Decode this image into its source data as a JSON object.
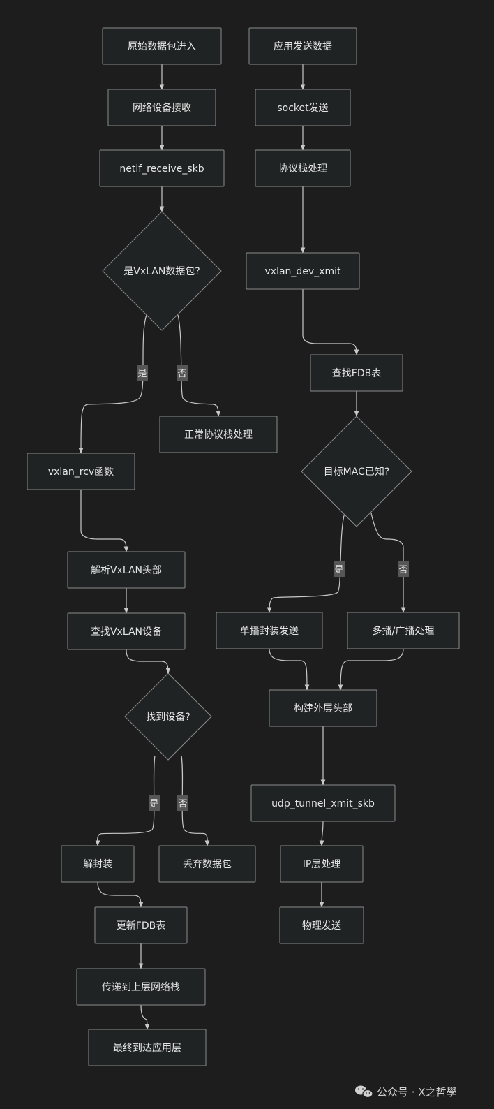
{
  "nodes": [
    {
      "id": "raw_packet",
      "label": "原始数据包进入",
      "shape": "rect"
    },
    {
      "id": "net_recv",
      "label": "网络设备接收",
      "shape": "rect"
    },
    {
      "id": "netif_rx",
      "label": "netif_receive_skb",
      "shape": "rect"
    },
    {
      "id": "is_vxlan",
      "label": "是VxLAN数据包?",
      "shape": "diamond"
    },
    {
      "id": "normal_stack",
      "label": "正常协议栈处理",
      "shape": "rect"
    },
    {
      "id": "vxlan_rcv",
      "label": "vxlan_rcv函数",
      "shape": "rect"
    },
    {
      "id": "parse_hdr",
      "label": "解析VxLAN头部",
      "shape": "rect"
    },
    {
      "id": "find_dev",
      "label": "查找VxLAN设备",
      "shape": "rect"
    },
    {
      "id": "dev_found",
      "label": "找到设备?",
      "shape": "diamond"
    },
    {
      "id": "decap",
      "label": "解封装",
      "shape": "rect"
    },
    {
      "id": "drop",
      "label": "丢弃数据包",
      "shape": "rect"
    },
    {
      "id": "update_fdb",
      "label": "更新FDB表",
      "shape": "rect"
    },
    {
      "id": "pass_up",
      "label": "传递到上层网络栈",
      "shape": "rect"
    },
    {
      "id": "reach_app",
      "label": "最终到达应用层",
      "shape": "rect"
    },
    {
      "id": "app_send",
      "label": "应用发送数据",
      "shape": "rect"
    },
    {
      "id": "sock_send",
      "label": "socket发送",
      "shape": "rect"
    },
    {
      "id": "proto",
      "label": "协议栈处理",
      "shape": "rect"
    },
    {
      "id": "xmit",
      "label": "vxlan_dev_xmit",
      "shape": "rect"
    },
    {
      "id": "fdb_lookup",
      "label": "查找FDB表",
      "shape": "rect"
    },
    {
      "id": "mac_known",
      "label": "目标MAC已知?",
      "shape": "diamond"
    },
    {
      "id": "unicast",
      "label": "单播封装发送",
      "shape": "rect"
    },
    {
      "id": "multicast",
      "label": "多播/广播处理",
      "shape": "rect"
    },
    {
      "id": "outer_hdr",
      "label": "构建外层头部",
      "shape": "rect"
    },
    {
      "id": "udp_xmit",
      "label": "udp_tunnel_xmit_skb",
      "shape": "rect"
    },
    {
      "id": "ip_layer",
      "label": "IP层处理",
      "shape": "rect"
    },
    {
      "id": "phys_send",
      "label": "物理发送",
      "shape": "rect"
    }
  ],
  "edges": [
    {
      "from": "raw_packet",
      "to": "net_recv",
      "label": ""
    },
    {
      "from": "net_recv",
      "to": "netif_rx",
      "label": ""
    },
    {
      "from": "netif_rx",
      "to": "is_vxlan",
      "label": ""
    },
    {
      "from": "is_vxlan",
      "to": "vxlan_rcv",
      "label": "是"
    },
    {
      "from": "is_vxlan",
      "to": "normal_stack",
      "label": "否"
    },
    {
      "from": "vxlan_rcv",
      "to": "parse_hdr",
      "label": ""
    },
    {
      "from": "parse_hdr",
      "to": "find_dev",
      "label": ""
    },
    {
      "from": "find_dev",
      "to": "dev_found",
      "label": ""
    },
    {
      "from": "dev_found",
      "to": "decap",
      "label": "是"
    },
    {
      "from": "dev_found",
      "to": "drop",
      "label": "否"
    },
    {
      "from": "decap",
      "to": "update_fdb",
      "label": ""
    },
    {
      "from": "update_fdb",
      "to": "pass_up",
      "label": ""
    },
    {
      "from": "pass_up",
      "to": "reach_app",
      "label": ""
    },
    {
      "from": "app_send",
      "to": "sock_send",
      "label": ""
    },
    {
      "from": "sock_send",
      "to": "proto",
      "label": ""
    },
    {
      "from": "proto",
      "to": "xmit",
      "label": ""
    },
    {
      "from": "xmit",
      "to": "fdb_lookup",
      "label": ""
    },
    {
      "from": "fdb_lookup",
      "to": "mac_known",
      "label": ""
    },
    {
      "from": "mac_known",
      "to": "unicast",
      "label": "是"
    },
    {
      "from": "mac_known",
      "to": "multicast",
      "label": "否"
    },
    {
      "from": "unicast",
      "to": "outer_hdr",
      "label": ""
    },
    {
      "from": "multicast",
      "to": "outer_hdr",
      "label": ""
    },
    {
      "from": "outer_hdr",
      "to": "udp_xmit",
      "label": ""
    },
    {
      "from": "udp_xmit",
      "to": "ip_layer",
      "label": ""
    },
    {
      "from": "ip_layer",
      "to": "phys_send",
      "label": ""
    }
  ],
  "watermark": {
    "icon": "wechat-icon",
    "text": "公众号 · X之哲學"
  },
  "colors": {
    "background": "#1d1d1d",
    "node_fill": "#202323",
    "node_stroke": "#8a8a8a",
    "edge": "#c9c9c9",
    "label_bg": "#565656"
  }
}
